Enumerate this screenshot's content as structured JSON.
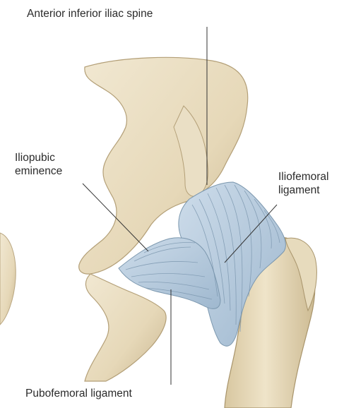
{
  "labels": {
    "anterior_inferior_iliac_spine": "Anterior inferior iliac spine",
    "iliopubic_eminence": [
      "Iliopubic",
      "eminence"
    ],
    "iliofemoral_ligament": [
      "Iliofemoral",
      "ligament"
    ],
    "pubofemoral_ligament": "Pubofemoral ligament"
  },
  "colors": {
    "bone": "#e8dcc0",
    "bone_shadow": "#c9b893",
    "ligament": "#b7cde0",
    "ligament_lines": "#7f9bb3",
    "leader_line": "#333333"
  }
}
